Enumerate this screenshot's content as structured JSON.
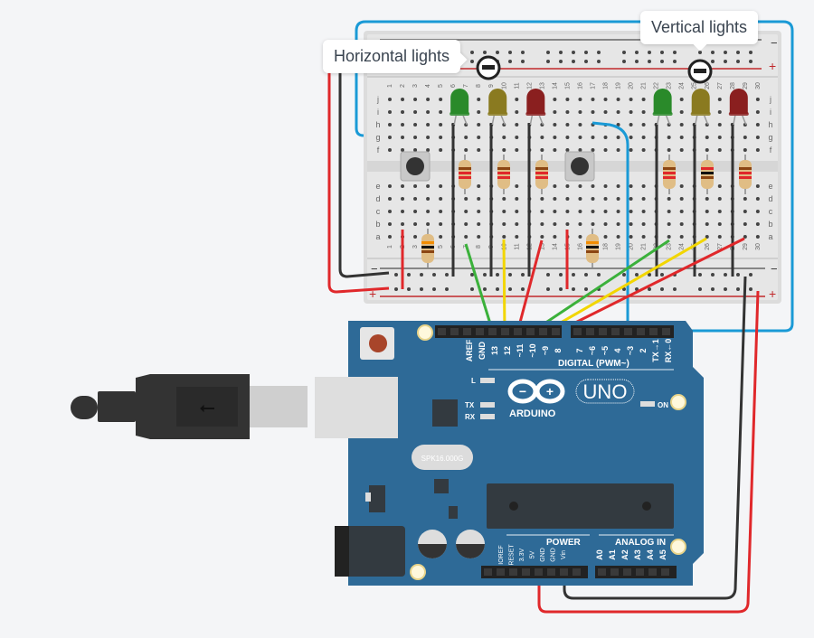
{
  "annotations": {
    "horizontal_label": "Horizontal lights",
    "vertical_label": "Vertical lights"
  },
  "breadboard": {
    "columns": [
      "1",
      "2",
      "3",
      "4",
      "5",
      "6",
      "7",
      "8",
      "9",
      "10",
      "11",
      "12",
      "13",
      "14",
      "15",
      "16",
      "17",
      "18",
      "19",
      "20",
      "21",
      "22",
      "23",
      "24",
      "25",
      "26",
      "27",
      "28",
      "29",
      "30"
    ],
    "rows_top": [
      "j",
      "i",
      "h",
      "g",
      "f"
    ],
    "rows_bottom": [
      "e",
      "d",
      "c",
      "b",
      "a"
    ],
    "rail_minus": "−",
    "rail_plus": "+",
    "leds_horizontal": [
      {
        "color_name": "green",
        "color": "#2a8a2a",
        "column": 6
      },
      {
        "color_name": "yellow",
        "color": "#8a7a20",
        "column": 9
      },
      {
        "color_name": "red",
        "color": "#8a1f1f",
        "column": 12
      }
    ],
    "leds_vertical": [
      {
        "color_name": "green",
        "color": "#2a8a2a",
        "column": 22
      },
      {
        "color_name": "yellow",
        "color": "#8a7a20",
        "column": 25
      },
      {
        "color_name": "red",
        "color": "#8a1f1f",
        "column": 28
      }
    ],
    "buttons": [
      {
        "column": 3
      },
      {
        "column": 16
      }
    ]
  },
  "arduino": {
    "brand": "ARDUINO",
    "model": "UNO",
    "crystal": "SPK16.000G",
    "digital_header_label": "DIGITAL (PWM~)",
    "digital_pins": [
      "AREF",
      "GND",
      "13",
      "12",
      "~11",
      "~10",
      "~9",
      "8",
      "7",
      "~6",
      "~5",
      "4",
      "~3",
      "2",
      "TX→1",
      "RX←0"
    ],
    "power_label": "POWER",
    "power_pins": [
      "IOREF",
      "RESET",
      "3.3V",
      "5V",
      "GND",
      "GND",
      "Vin"
    ],
    "analog_label": "ANALOG IN",
    "analog_pins": [
      "A0",
      "A1",
      "A2",
      "A3",
      "A4",
      "A5"
    ],
    "leds": {
      "l": "L",
      "tx": "TX",
      "rx": "RX",
      "on": "ON"
    }
  },
  "wires": {
    "colors": {
      "red": "#e0282b",
      "black": "#333333",
      "green": "#3bb13b",
      "yellow": "#f2d600",
      "blue": "#1a9ad6"
    }
  }
}
